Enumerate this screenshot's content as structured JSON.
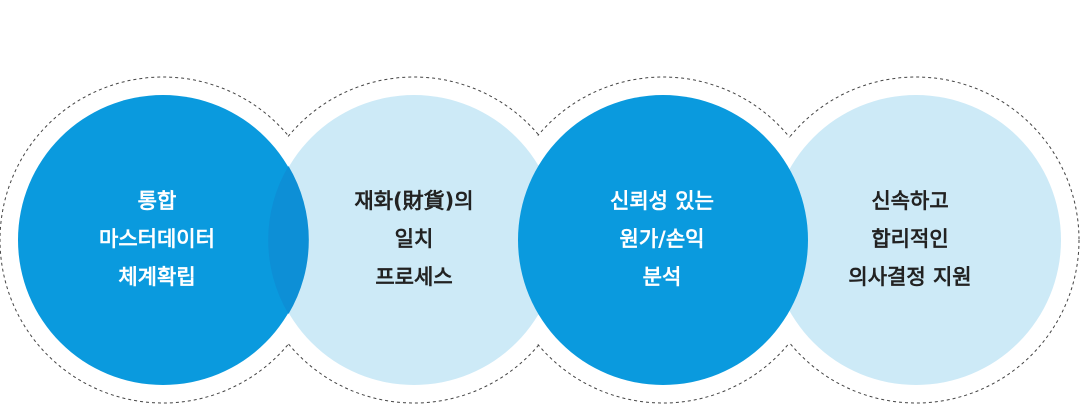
{
  "colors": {
    "dark_circle": "#0a9ade",
    "light_circle": "#cdeaf7",
    "overlap": "#0d8fd6",
    "dashed_outline": "#444444"
  },
  "items": [
    {
      "lines": [
        "통합",
        "마스터데이터",
        "체계확립"
      ],
      "style": "dark"
    },
    {
      "lines": [
        "재화(財貨)의",
        "일치",
        "프로세스"
      ],
      "style": "light"
    },
    {
      "lines": [
        "신뢰성 있는",
        "원가/손익",
        "분석"
      ],
      "style": "dark"
    },
    {
      "lines": [
        "신속하고",
        "합리적인",
        "의사결정 지원"
      ],
      "style": "light"
    }
  ]
}
